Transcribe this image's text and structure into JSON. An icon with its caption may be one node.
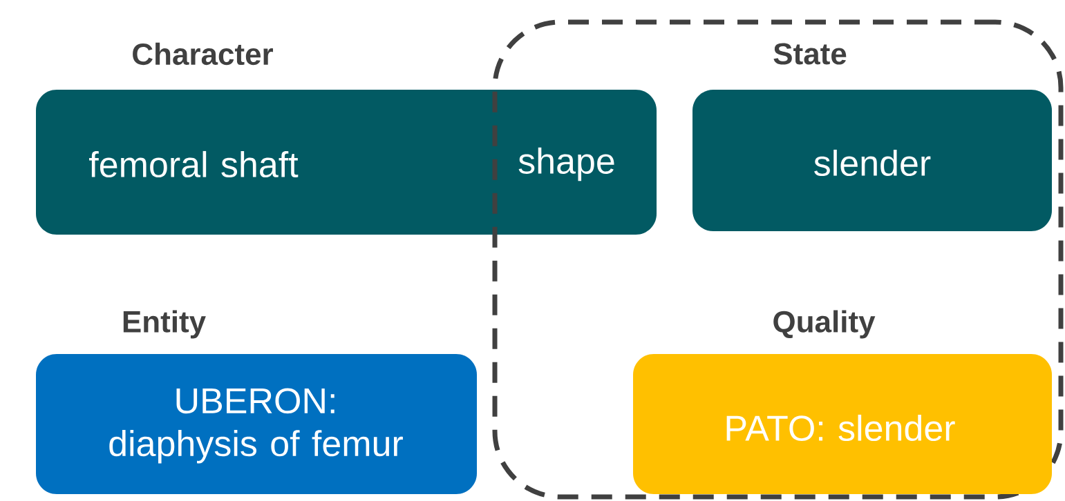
{
  "diagram": {
    "nodes": [
      {
        "text": [
          "Character",
          "femoral shaft",
          "shape"
        ]
      },
      {
        "text": [],
        "shape": "box"
      },
      {
        "text": [
          "State",
          "slender"
        ],
        "in": 1
      },
      {
        "text": [
          "Entity",
          "UBERON: diaphysis of femur"
        ]
      },
      {
        "text": [
          "Quality",
          "PATO: slender"
        ],
        "in": 1
      }
    ]
  }
}
